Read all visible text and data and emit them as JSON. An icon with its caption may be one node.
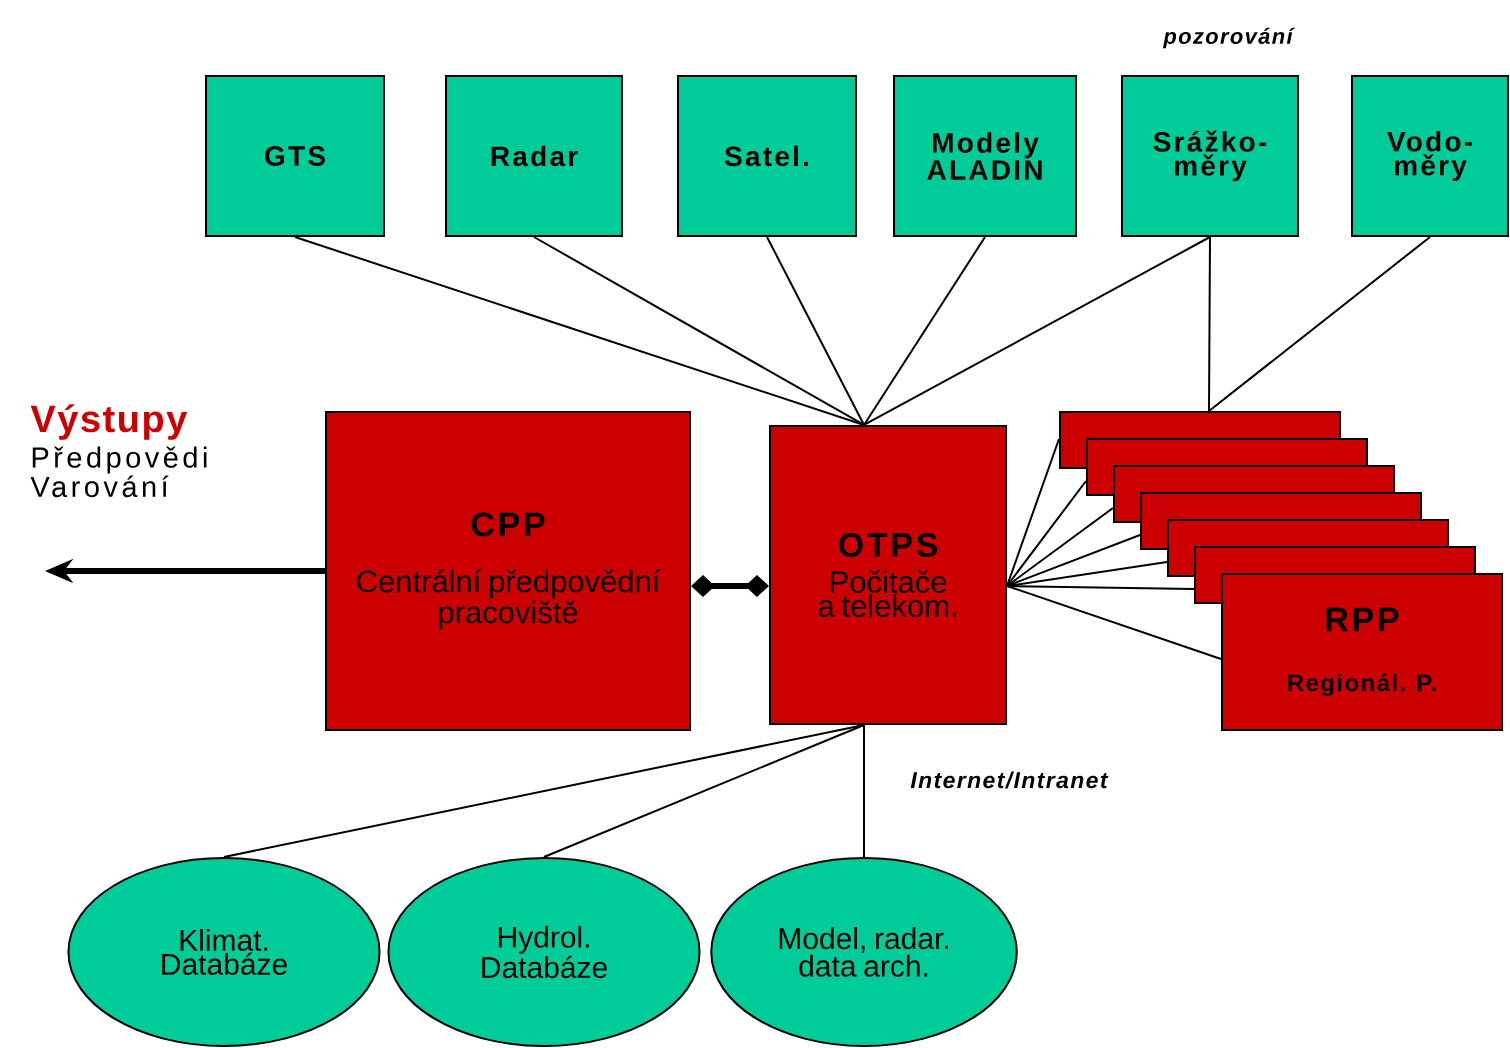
{
  "diagram": {
    "nodes": [
      {
        "text": [
          "GTS"
        ]
      },
      {
        "text": [
          "Radar"
        ]
      },
      {
        "text": [
          "Satel."
        ]
      },
      {
        "text": [
          "Modely ALADIN"
        ]
      },
      {
        "text": [
          "Srážko- měry"
        ]
      },
      {
        "text": [
          "Vodo- měry"
        ]
      },
      {
        "text": [
          "CPP",
          "Centrální předpovědní pracoviště"
        ]
      },
      {
        "text": [
          "OTPS",
          "Počitače a telekom."
        ]
      },
      {
        "text": [],
        "shape": "box"
      },
      {
        "text": [],
        "shape": "box"
      },
      {
        "text": [],
        "shape": "box"
      },
      {
        "text": [],
        "shape": "box"
      },
      {
        "text": [],
        "shape": "box"
      },
      {
        "text": [],
        "shape": "box"
      },
      {
        "text": [
          "RPP",
          "Regionál. P."
        ]
      },
      {
        "text": [
          "Klimat. Databáze"
        ]
      },
      {
        "text": [
          "Hydrol. Databáze"
        ]
      },
      {
        "text": [
          "Model, radar. data arch."
        ]
      }
    ],
    "edges": [
      {
        "from": 0,
        "to": 7,
        "arrow": "none"
      },
      {
        "from": 1,
        "to": 7,
        "arrow": "none"
      },
      {
        "from": 2,
        "to": 7,
        "arrow": "none"
      },
      {
        "from": 3,
        "to": 7,
        "arrow": "none"
      },
      {
        "from": 4,
        "to": 7,
        "arrow": "none"
      },
      {
        "from": 4,
        "to": 8,
        "arrow": "none"
      },
      {
        "from": 5,
        "to": 8,
        "arrow": "none"
      },
      {
        "from": 6,
        "to": 7,
        "arrow": "other",
        "style": "thick"
      },
      {
        "from": 6,
        "to": null,
        "arrow": "to",
        "style": "thick"
      },
      {
        "from": 7,
        "to": 8,
        "arrow": "none"
      },
      {
        "from": 7,
        "to": 9,
        "arrow": "none"
      },
      {
        "from": 7,
        "to": 10,
        "arrow": "none"
      },
      {
        "from": 7,
        "to": 11,
        "arrow": "none"
      },
      {
        "from": 7,
        "to": 12,
        "arrow": "none"
      },
      {
        "from": 7,
        "to": 13,
        "arrow": "none"
      },
      {
        "from": 7,
        "to": 14,
        "arrow": "none"
      },
      {
        "from": 7,
        "to": 15,
        "arrow": "none"
      },
      {
        "from": 7,
        "to": 16,
        "arrow": "none"
      },
      {
        "from": 7,
        "to": 17,
        "arrow": "none"
      }
    ],
    "labels": [
      "pozorování",
      "Výstupy",
      "Předpovědi Varování",
      "Internet/Intranet"
    ]
  }
}
